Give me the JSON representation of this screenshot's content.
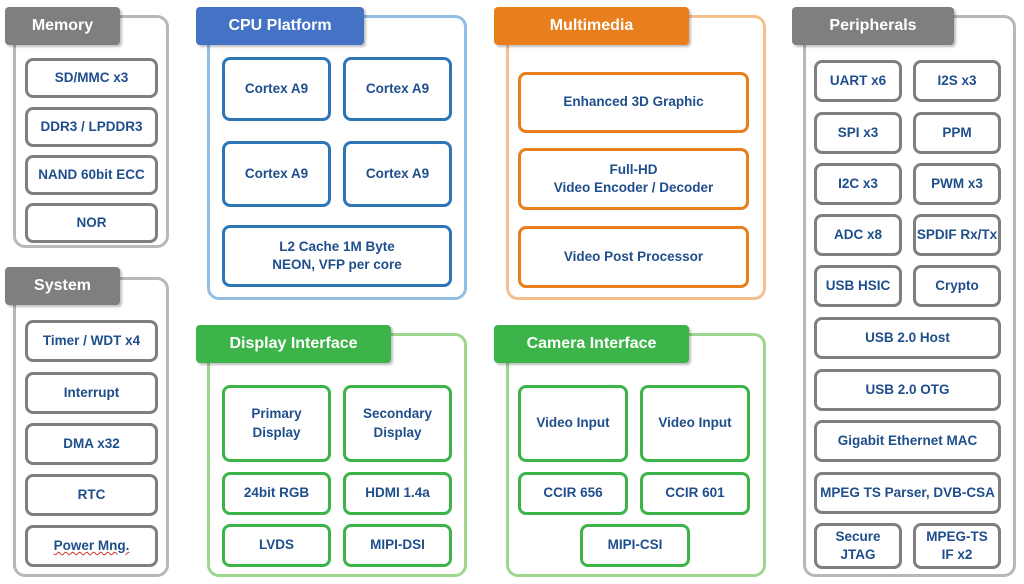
{
  "groups": {
    "memory": {
      "title": "Memory",
      "items": [
        "SD/MMC x3",
        "DDR3 / LPDDR3",
        "NAND 60bit ECC",
        "NOR"
      ]
    },
    "system": {
      "title": "System",
      "items": [
        "Timer / WDT x4",
        "Interrupt",
        "DMA x32",
        "RTC",
        "Power Mng."
      ]
    },
    "cpu": {
      "title": "CPU Platform",
      "items": [
        "Cortex A9",
        "Cortex A9",
        "Cortex A9",
        "Cortex A9",
        "L2 Cache 1M Byte\nNEON, VFP per core"
      ]
    },
    "multimedia": {
      "title": "Multimedia",
      "items": [
        "Enhanced 3D Graphic",
        "Full-HD\nVideo Encoder / Decoder",
        "Video Post Processor"
      ]
    },
    "display": {
      "title": "Display Interface",
      "items": [
        "Primary\nDisplay",
        "Secondary\nDisplay",
        "24bit RGB",
        "HDMI 1.4a",
        "LVDS",
        "MIPI-DSI"
      ]
    },
    "camera": {
      "title": "Camera Interface",
      "items": [
        "Video Input",
        "Video Input",
        "CCIR 656",
        "CCIR 601",
        "MIPI-CSI"
      ]
    },
    "peripherals": {
      "title": "Peripherals",
      "items": [
        "UART x6",
        "I2S x3",
        "SPI x3",
        "PPM",
        "I2C x3",
        "PWM x3",
        "ADC x8",
        "SPDIF Rx/Tx",
        "USB HSIC",
        "Crypto",
        "USB 2.0 Host",
        "USB 2.0 OTG",
        "Gigabit Ethernet MAC",
        "MPEG TS Parser, DVB-CSA",
        "Secure\nJTAG",
        "MPEG-TS\nIF x2"
      ]
    }
  },
  "colors": {
    "gray": "#7f7f7f",
    "blue": "#4472c4",
    "orange": "#e97e1c",
    "green": "#3cb44a",
    "text": "#1f4e8c"
  }
}
